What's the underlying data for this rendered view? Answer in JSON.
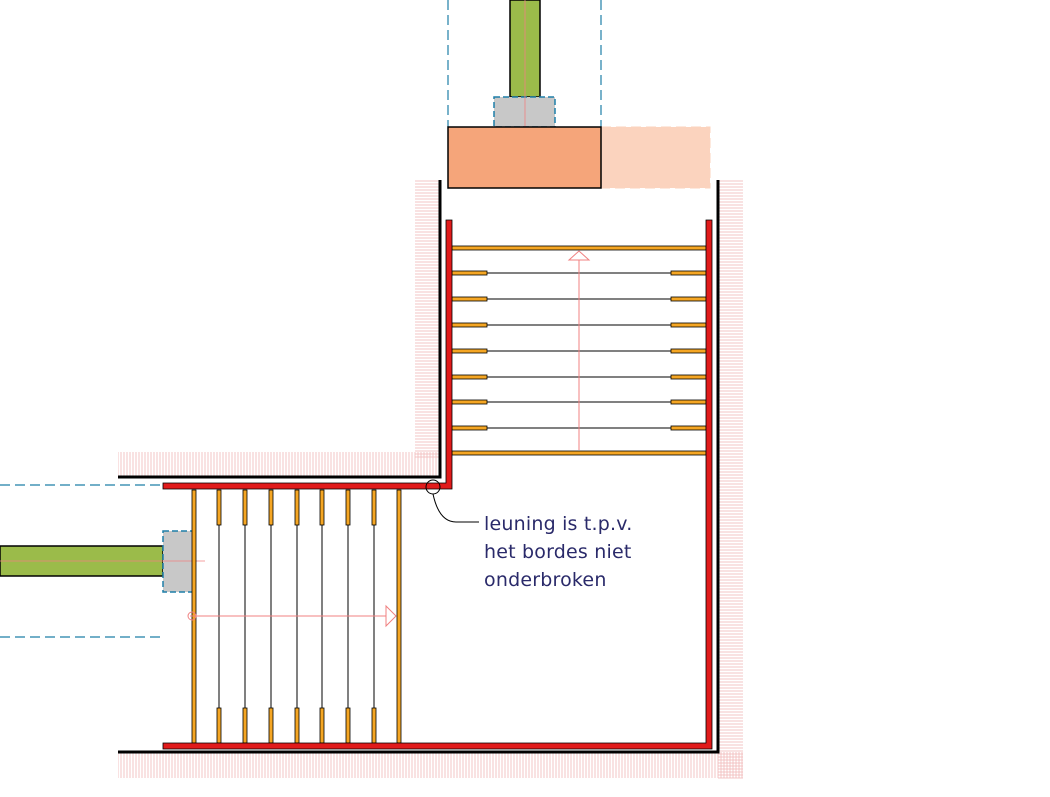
{
  "annotation": {
    "lines": [
      "leuning is t.p.v.",
      "het bordes niet",
      "onderbroken"
    ]
  },
  "colors": {
    "railing": "#e11b1b",
    "wall": "#000000",
    "wall_hatch": "#f0b8b8",
    "tread": "#f5a623",
    "column": "#9bbb4a",
    "column_cap": "#c8c8c8",
    "beam_dark": "#f5a57a",
    "beam_light": "#fbd3be",
    "dashed_outline": "#1f7fa8",
    "axis": "#f08080",
    "text": "#2a2a6a"
  },
  "icons": {
    "direction_arrow": "arrow-up-icon",
    "direction_arrow_2": "arrow-right-icon",
    "start_marker": "circle-marker-icon"
  }
}
